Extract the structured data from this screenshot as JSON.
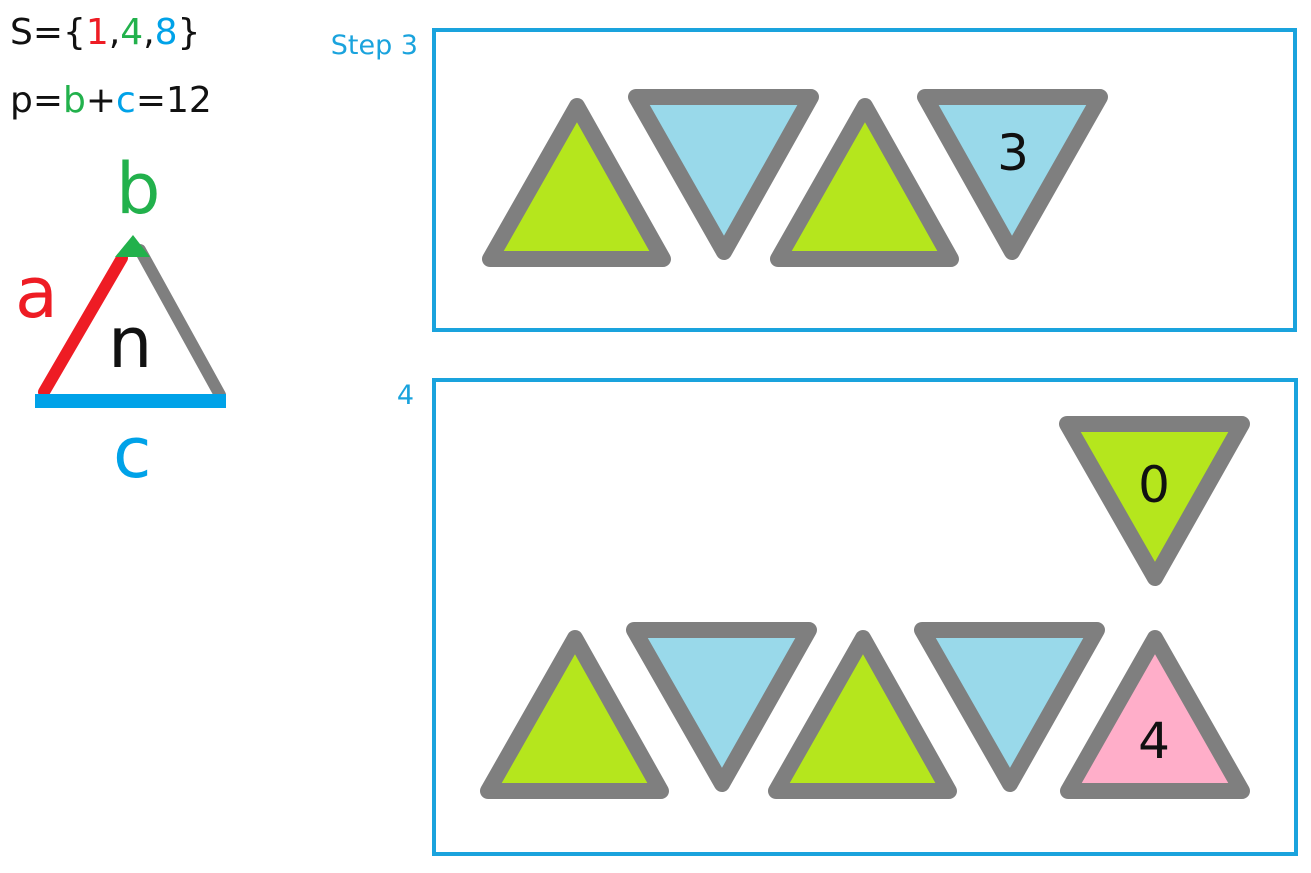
{
  "legend": {
    "set_prefix": "S={",
    "set_values": [
      "1",
      "4",
      "8"
    ],
    "set_separator": ",",
    "set_suffix": "}",
    "perimeter_prefix": "p=",
    "perimeter_b": "b",
    "perimeter_plus": "+",
    "perimeter_c": "c",
    "perimeter_suffix": "=12",
    "side_a": "a",
    "side_b": "b",
    "side_c": "c",
    "center": "n"
  },
  "colors": {
    "red": "#ee1c24",
    "green": "#22b14c",
    "blue": "#00a2e8",
    "panel_border": "#1aa3dd",
    "edge_gray": "#7f7f7f",
    "lime_fill": "#b5e61d",
    "light_blue_fill": "#99d9ea",
    "pink_fill": "#ffaec9"
  },
  "steps": [
    {
      "label": "Step  3",
      "triangles": [
        {
          "orientation": "up",
          "fill": "lime",
          "label": ""
        },
        {
          "orientation": "down",
          "fill": "light_blue",
          "label": ""
        },
        {
          "orientation": "up",
          "fill": "lime",
          "label": ""
        },
        {
          "orientation": "down",
          "fill": "light_blue",
          "label": "3"
        }
      ]
    },
    {
      "label": "4",
      "triangles": [
        {
          "orientation": "down",
          "fill": "lime",
          "label": "0"
        },
        {
          "orientation": "up",
          "fill": "lime",
          "label": ""
        },
        {
          "orientation": "down",
          "fill": "light_blue",
          "label": ""
        },
        {
          "orientation": "up",
          "fill": "lime",
          "label": ""
        },
        {
          "orientation": "down",
          "fill": "light_blue",
          "label": ""
        },
        {
          "orientation": "up",
          "fill": "pink",
          "label": "4"
        }
      ]
    }
  ]
}
